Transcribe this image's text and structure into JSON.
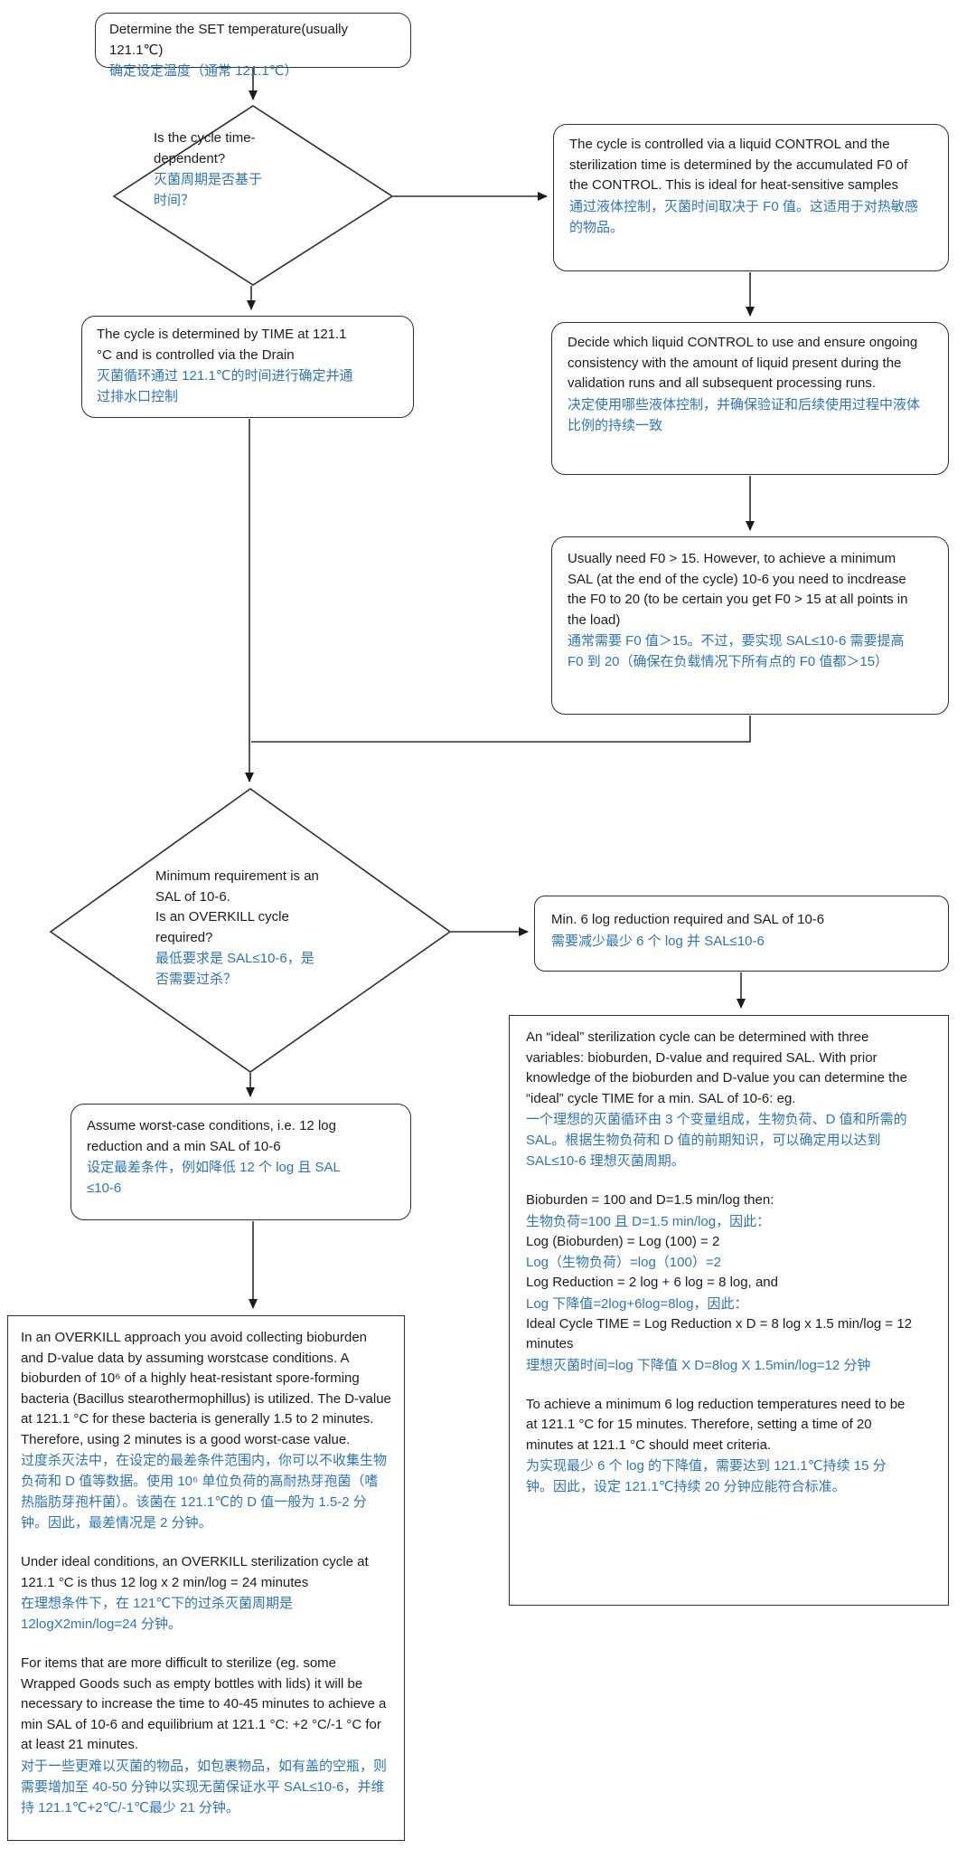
{
  "colors": {
    "en_text": "#1c1c1c",
    "cn_text": "#2E75B6",
    "border": "#2e2e2e",
    "background": "#ffffff"
  },
  "nodes": {
    "set_temp": {
      "en": "Determine the SET temperature(usually 121.1℃)",
      "cn": "确定设定温度（通常 121.1℃）"
    },
    "q_time_dependent": {
      "en": "Is the cycle time-dependent?",
      "cn": "灭菌周期是否基于时间？"
    },
    "liquid_control": {
      "en": "The cycle is controlled via a liquid CONTROL and the sterilization time is determined by the accumulated F0 of the CONTROL. This is ideal for heat-sensitive samples",
      "cn": "通过液体控制，灭菌时间取决于 F0 值。这适用于对热敏感的物品。"
    },
    "time_drain": {
      "en": "The cycle is determined by TIME at 121.1 °C and is controlled via the Drain",
      "cn": "灭菌循环通过 121.1℃的时间进行确定并通过排水口控制"
    },
    "decide_liquid": {
      "en": "Decide which liquid CONTROL to use and ensure ongoing consistency with the amount of liquid present during the validation runs and all subsequent processing runs.",
      "cn": "决定使用哪些液体控制，并确保验证和后续使用过程中液体比例的持续一致"
    },
    "f0_requirement": {
      "en": "Usually need F0 > 15. However, to achieve a minimum SAL (at the end of the cycle) 10-6 you need to incdrease the F0 to 20 (to be certain you get F0 > 15 at all points in the load)",
      "cn": "通常需要 F0 值＞15。不过，要实现 SAL≤10-6 需要提高 F0 到 20（确保在负载情况下所有点的 F0 值都＞15）"
    },
    "q_overkill": {
      "en1": "Minimum requirement is an SAL of 10-6.",
      "en2": "Is an OVERKILL cycle required?",
      "cn": "最低要求是 SAL≤10-6，是否需要过杀？"
    },
    "min_6log": {
      "en": "Min. 6 log reduction required and SAL of 10-6",
      "cn": "需要减少最少 6 个 log 并 SAL≤10-6"
    },
    "assume_worst": {
      "en": "Assume worst-case conditions, i.e. 12 log reduction and a min SAL of 10-6",
      "cn": "设定最差条件，例如降低 12 个 log 且 SAL ≤10-6"
    },
    "ideal_cycle": {
      "en_p1": "An “ideal” sterilization cycle can be determined with three variables: bioburden, D-value and required SAL. With prior knowledge of the bioburden and D-value you can determine the “ideal” cycle TIME for a min. SAL of 10-6: eg.",
      "cn_p1": "一个理想的灭菌循环由 3 个变量组成，生物负荷、D 值和所需的 SAL。根据生物负荷和 D 值的前期知识，可以确定用以达到 SAL≤10-6 理想灭菌周期。",
      "en_l1": "Bioburden = 100 and D=1.5 min/log then:",
      "cn_l1": "生物负荷=100 且 D=1.5 min/log，因此：",
      "en_l2": "Log (Bioburden) = Log (100) = 2",
      "cn_l2": "Log（生物负荷）=log（100）=2",
      "en_l3": "Log Reduction = 2 log + 6 log = 8 log, and",
      "cn_l3": "Log 下降值=2log+6log=8log，因此：",
      "en_l4": "Ideal Cycle TIME = Log Reduction x D = 8 log x 1.5 min/log = 12 minutes",
      "cn_l4": "理想灭菌时间=log 下降值 X D=8log X 1.5min/log=12 分钟",
      "en_p3": "To achieve a minimum 6 log reduction temperatures need to be at 121.1 °C for 15 minutes. Therefore, setting a time of 20 minutes at 121.1 °C should meet criteria.",
      "cn_p3": "为实现最少 6 个 log 的下降值，需要达到 121.1℃持续 15 分钟。因此，设定 121.1℃持续 20 分钟应能符合标准。"
    },
    "overkill_detail": {
      "en_p1": "In an OVERKILL approach you avoid collecting bioburden and D-value data by assuming worstcase conditions. A bioburden of 10⁶ of a highly heat-resistant spore-forming bacteria (Bacillus stearothermophillus) is utilized. The D-value at 121.1 °C for these bacteria is generally 1.5 to 2 minutes. Therefore, using 2 minutes is a good worst-case value.",
      "cn_p1": "过度杀灭法中，在设定的最差条件范围内，你可以不收集生物负荷和 D 值等数据。使用 10⁶ 单位负荷的高耐热芽孢菌（嗜热脂肪芽孢杆菌）。该菌在 121.1℃的 D 值一般为 1.5-2 分钟。因此，最差情况是 2 分钟。",
      "en_p2": "Under ideal conditions, an OVERKILL sterilization cycle at 121.1 °C is thus 12 log x 2 min/log = 24 minutes",
      "cn_p2": "在理想条件下，在 121℃下的过杀灭菌周期是 12logX2min/log=24 分钟。",
      "en_p3": "For items that are more difficult to sterilize (eg. some Wrapped Goods such as empty bottles with lids) it will be necessary to increase the time to 40-45 minutes to achieve a min SAL of 10-6 and equilibrium at 121.1 °C: +2 °C/-1 °C for at least 21 minutes.",
      "cn_p3": "对于一些更难以灭菌的物品，如包裹物品，如有盖的空瓶，则需要增加至 40-50 分钟以实现无菌保证水平 SAL≤10-6，并维持 121.1℃+2℃/-1℃最少 21 分钟。"
    }
  }
}
